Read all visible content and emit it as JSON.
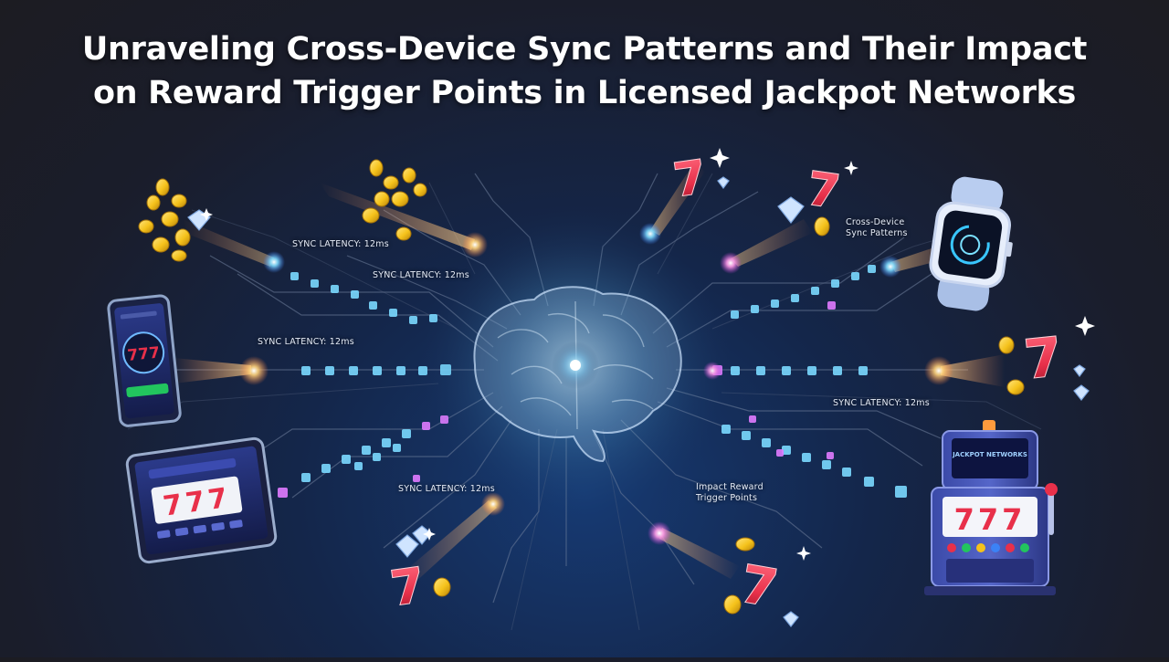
{
  "title": {
    "line1": "Unraveling Cross-Device Sync Patterns and Their Impact",
    "line2": "on Reward Trigger Points in Licensed Jackpot Networks"
  },
  "labels": {
    "latency_1": "SYNC LATENCY: 12ms",
    "latency_2": "SYNC LATENCY: 12ms",
    "latency_3": "SYNC LATENCY: 12ms",
    "latency_4": "SYNC LATENCY: 12ms",
    "latency_5": "SYNC LATENCY: 12ms",
    "cross_device_line1": "Cross-Device",
    "cross_device_line2": "Sync Patterns",
    "impact_line1": "Impact Reward",
    "impact_line2": "Trigger Points"
  },
  "devices": {
    "phone_reels": "777",
    "tablet_reels": "777",
    "slot_reels": "777",
    "slot_marquee": "JACKPOT NETWORKS"
  },
  "icons": [
    "brain-icon",
    "smartphone-icon",
    "tablet-icon",
    "smartwatch-icon",
    "slot-machine-icon",
    "coin-icon",
    "diamond-icon",
    "lucky-seven-icon",
    "sparkle-icon"
  ],
  "colors": {
    "background": "#1c1c22",
    "accent_cyan": "#5fd4ff",
    "accent_magenta": "#e07bff",
    "seven_red": "#e8304a",
    "coin_gold": "#f5c21b"
  }
}
